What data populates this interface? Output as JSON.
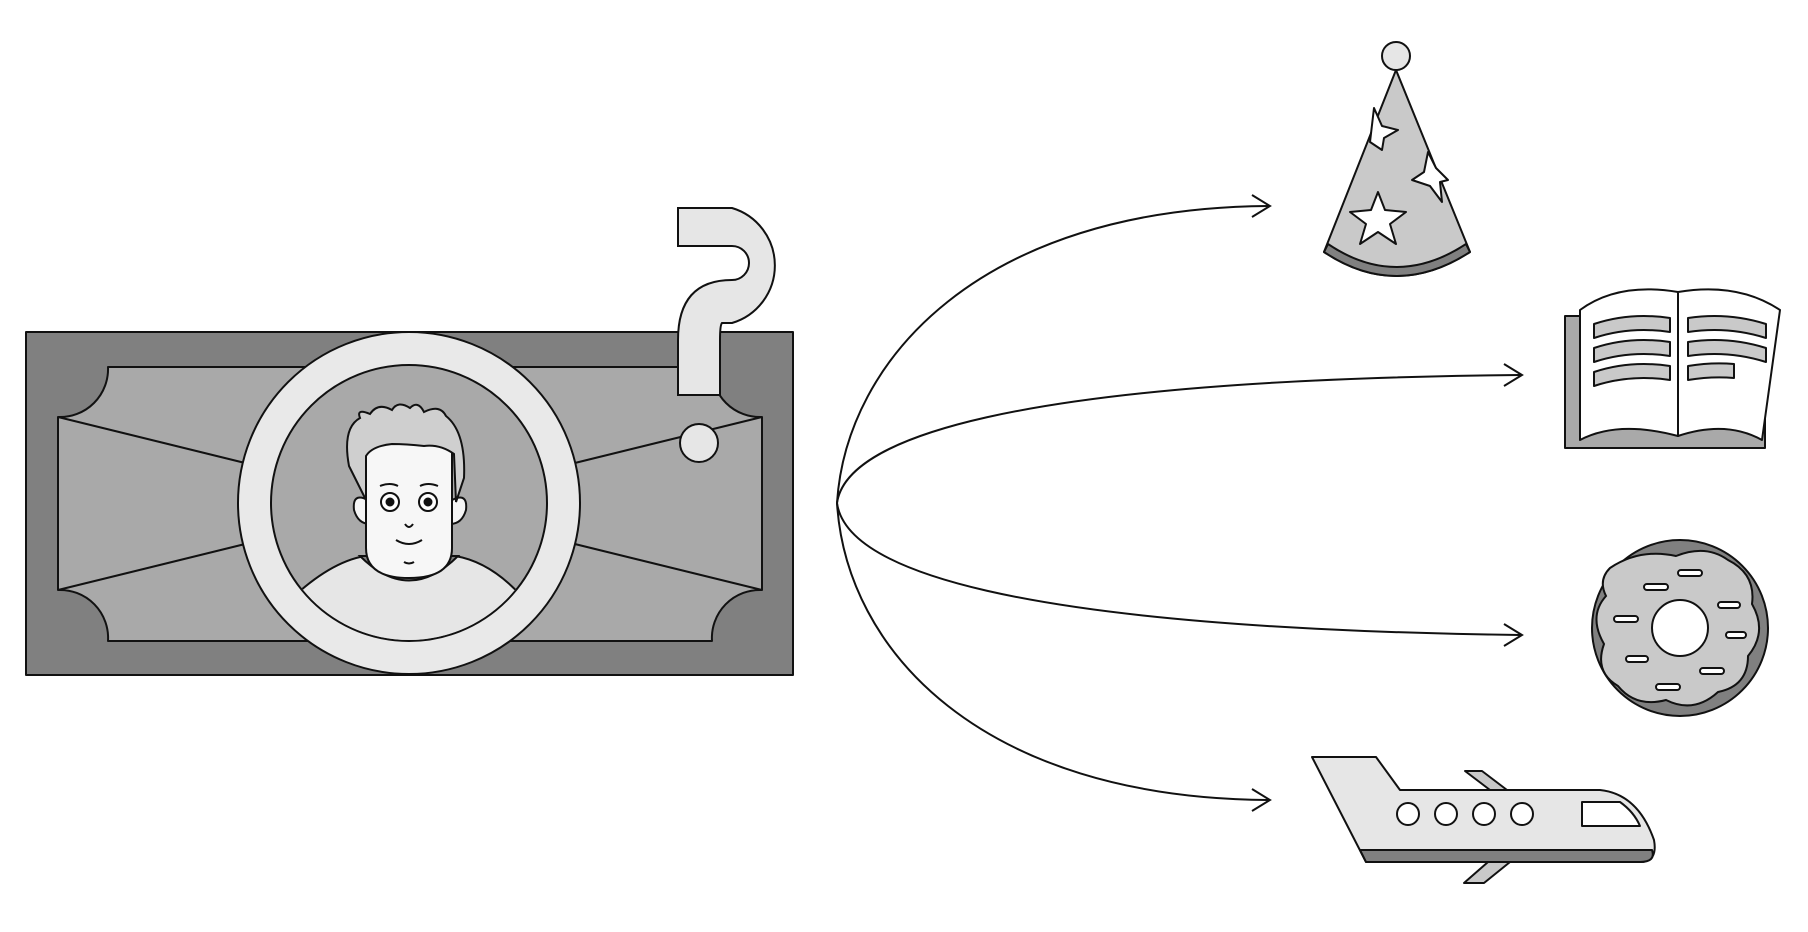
{
  "diagram": {
    "source": {
      "name": "banknote",
      "icons": [
        "banknote-icon",
        "portrait-icon",
        "question-mark-icon"
      ]
    },
    "targets": [
      {
        "name": "party-hat",
        "icon": "party-hat-icon"
      },
      {
        "name": "open-book",
        "icon": "open-book-icon"
      },
      {
        "name": "donut",
        "icon": "donut-icon"
      },
      {
        "name": "airplane",
        "icon": "airplane-icon"
      }
    ],
    "arrow_count": 4,
    "colors": {
      "stroke": "#111111",
      "dark_gray": "#808080",
      "mid_gray": "#a9a9a9",
      "light_gray": "#c9c9c9",
      "lighter_gray": "#e6e6e6",
      "paper": "#ffffff"
    }
  }
}
